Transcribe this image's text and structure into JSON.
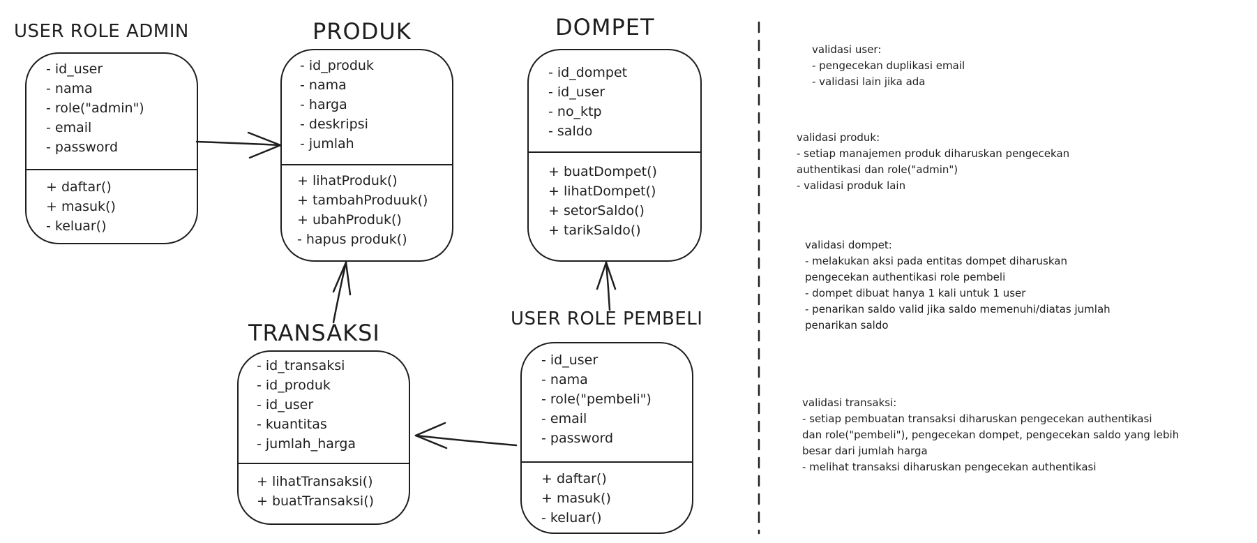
{
  "classes": {
    "admin": {
      "title": "USER ROLE ADMIN",
      "attributes": [
        "- id_user",
        "- nama",
        "- role(\"admin\")",
        "- email",
        "- password"
      ],
      "methods": [
        "+ daftar()",
        "+ masuk()",
        "- keluar()"
      ]
    },
    "produk": {
      "title": "PRODUK",
      "attributes": [
        "- id_produk",
        "- nama",
        "- harga",
        "- deskripsi",
        "- jumlah"
      ],
      "methods": [
        "+ lihatProduk()",
        "+ tambahProduuk()",
        "+ ubahProduk()",
        "- hapus produk()"
      ]
    },
    "dompet": {
      "title": "DOMPET",
      "attributes": [
        "- id_dompet",
        "- id_user",
        "- no_ktp",
        "- saldo"
      ],
      "methods": [
        "+ buatDompet()",
        "+ lihatDompet()",
        "+ setorSaldo()",
        "+ tarikSaldo()"
      ]
    },
    "transaksi": {
      "title": "TRANSAKSI",
      "attributes": [
        "- id_transaksi",
        "- id_produk",
        "- id_user",
        "- kuantitas",
        "- jumlah_harga"
      ],
      "methods": [
        "+ lihatTransaksi()",
        "+ buatTransaksi()"
      ]
    },
    "pembeli": {
      "title": "USER ROLE PEMBELI",
      "attributes": [
        "- id_user",
        "- nama",
        "- role(\"pembeli\")",
        "- email",
        "- password"
      ],
      "methods": [
        "+ daftar()",
        "+ masuk()",
        "- keluar()"
      ]
    }
  },
  "notes": {
    "user": {
      "title": "validasi user:",
      "lines": [
        "- pengecekan duplikasi email",
        "- validasi lain jika ada"
      ]
    },
    "produk": {
      "title": "validasi produk:",
      "lines": [
        "- setiap manajemen produk diharuskan pengecekan",
        "authentikasi dan role(\"admin\")",
        "- validasi produk lain"
      ]
    },
    "dompet": {
      "title": "validasi dompet:",
      "lines": [
        "- melakukan aksi pada entitas dompet diharuskan",
        "pengecekan authentikasi role pembeli",
        "- dompet dibuat hanya 1 kali untuk 1 user",
        "- penarikan saldo valid jika saldo memenuhi/diatas jumlah",
        "penarikan saldo"
      ]
    },
    "transaksi": {
      "title": "validasi transaksi:",
      "lines": [
        "- setiap pembuatan transaksi diharuskan pengecekan authentikasi",
        "dan role(\"pembeli\"), pengecekan dompet, pengecekan saldo yang lebih",
        "besar dari jumlah harga",
        "- melihat transaksi diharuskan pengecekan authentikasi"
      ]
    }
  },
  "colors": {
    "ink": "#1e1e1e",
    "background": "#ffffff"
  }
}
